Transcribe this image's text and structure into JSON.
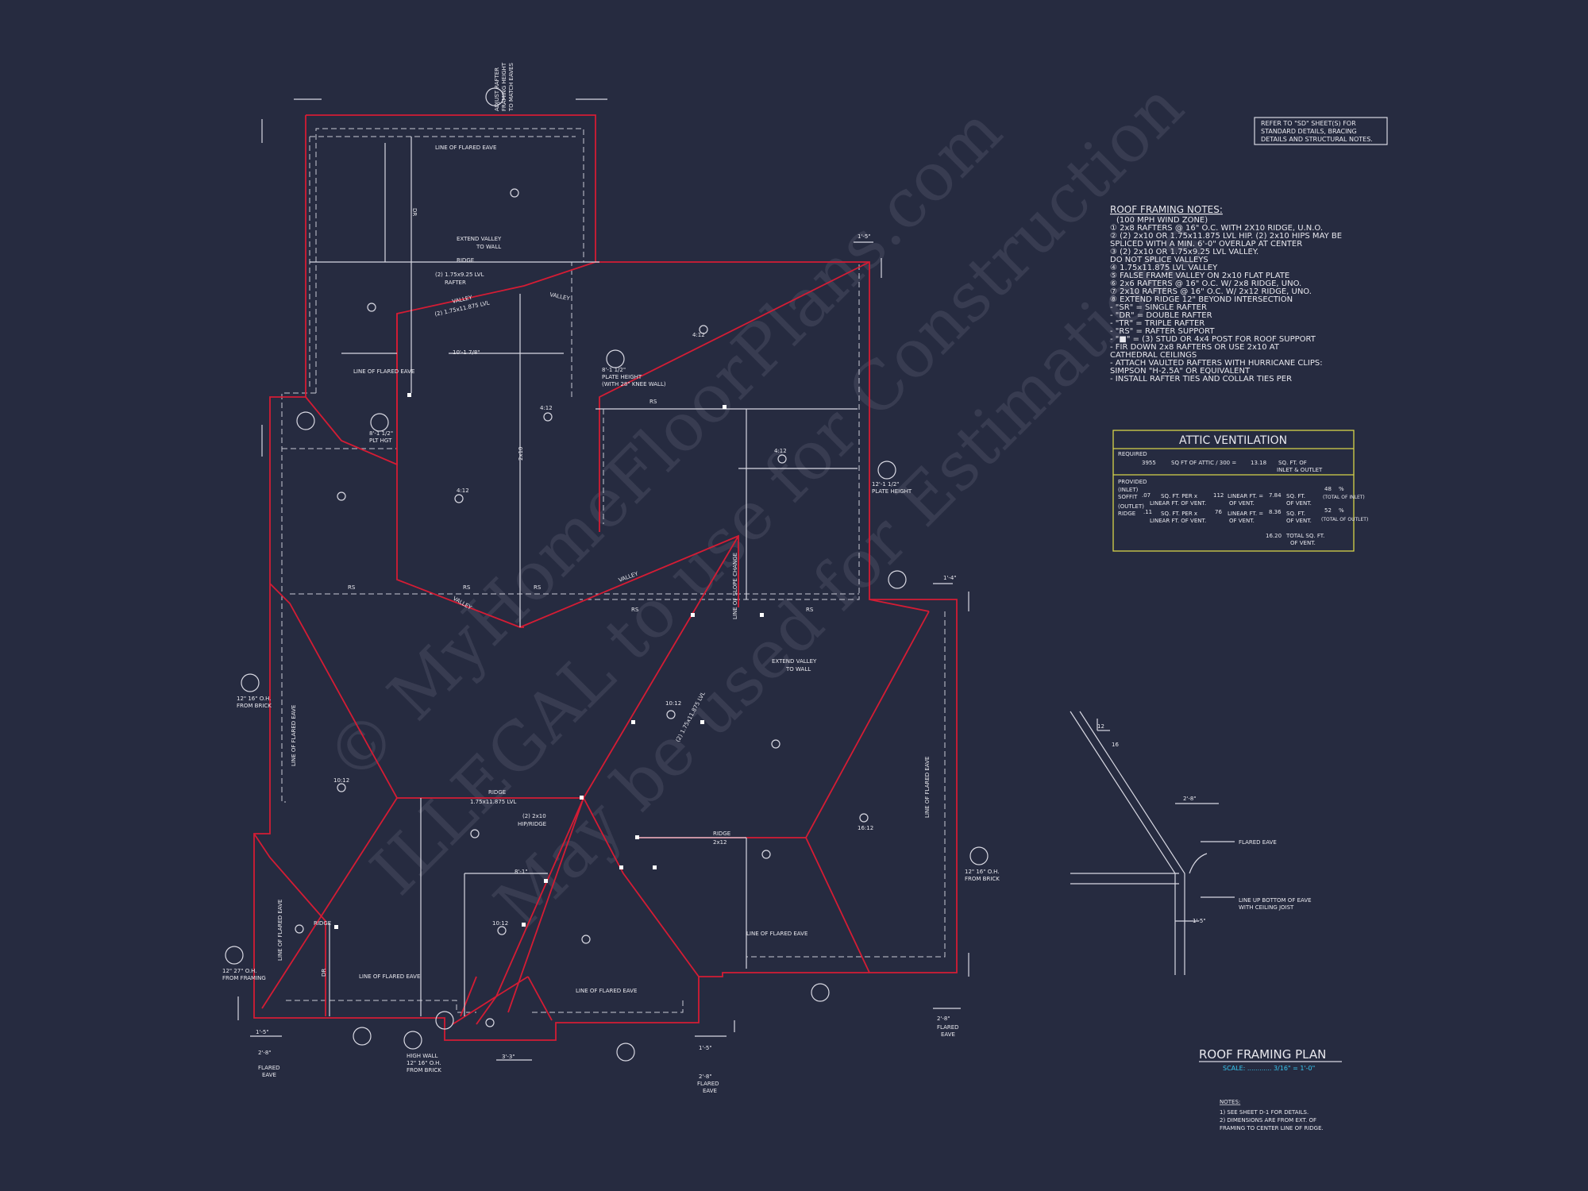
{
  "refer_note": [
    "REFER TO \"SD\" SHEET(S) FOR",
    "STANDARD DETAILS, BRACING",
    "DETAILS AND STRUCTURAL NOTES."
  ],
  "roof_notes": {
    "title": "ROOF FRAMING NOTES:",
    "lines": [
      "(100 MPH WIND ZONE)",
      "① 2x8 RAFTERS @ 16\" O.C. WITH 2X10 RIDGE, U.N.O.",
      "② (2) 2x10 OR 1.75x11.875 LVL HIP. (2) 2x10 HIPS MAY BE",
      "   SPLICED WITH A MIN. 6'-0\" OVERLAP AT CENTER",
      "③ (2) 2x10 OR 1.75x9.25 LVL VALLEY.",
      "   DO NOT SPLICE VALLEYS",
      "④ 1.75x11.875 LVL VALLEY",
      "⑤ FALSE FRAME VALLEY ON 2x10 FLAT PLATE",
      "⑥ 2x6 RAFTERS @ 16\" O.C. W/ 2x8 RIDGE, UNO.",
      "⑦ 2x10 RAFTERS @ 16\" O.C. W/ 2x12 RIDGE, UNO.",
      "⑧ EXTEND RIDGE 12\" BEYOND INTERSECTION",
      "- \"SR\" = SINGLE RAFTER",
      "- \"DR\" = DOUBLE RAFTER",
      "- \"TR\" = TRIPLE RAFTER",
      "- \"RS\" = RAFTER SUPPORT",
      "- \"■\" = (3) STUD OR 4x4 POST FOR ROOF SUPPORT",
      "- FIR DOWN 2x8 RAFTERS OR USE 2x10 AT",
      "   CATHEDRAL CEILINGS",
      "- ATTACH VAULTED RAFTERS WITH HURRICANE CLIPS:",
      "   SIMPSON \"H-2.5A\" OR EQUIVALENT",
      "- INSTALL RAFTER TIES AND COLLAR TIES PER"
    ]
  },
  "attic": {
    "title": "ATTIC VENTILATION",
    "required_label": "REQUIRED",
    "required_value": "3955",
    "required_text": "SQ FT OF ATTIC / 300 =",
    "required_result": "13.18",
    "required_unit_1": "SQ. FT. OF",
    "required_unit_2": "INLET & OUTLET",
    "provided_label": "PROVIDED",
    "inlet_label": "(INLET)",
    "soffit_label": "SOFFIT",
    "soffit_value": ".07",
    "per_text": "SQ. FT. PER x",
    "per_text_2": "LINEAR FT. OF VENT.",
    "soffit_ft": "112",
    "lin_text": "LINEAR FT. =",
    "lin_text_2": "OF VENT.",
    "soffit_sqft": "7.84",
    "sqft_text": "SQ. FT.",
    "sqft_text_2": "OF VENT.",
    "total_inlet_val": "48",
    "total_inlet": "(TOTAL OF INLET)",
    "pct": "%",
    "outlet_label": "(OUTLET)",
    "ridge_label": "RIDGE",
    "ridge_value": ".11",
    "ridge_ft": "76",
    "ridge_sqft": "8.36",
    "total_outlet_val": "52",
    "total_outlet": "(TOTAL OF OUTLET)",
    "total_value": "16.20",
    "total_text": "TOTAL SQ. FT.",
    "total_text_2": "OF VENT."
  },
  "detail": {
    "pitch_run": "12",
    "pitch_rise": "16",
    "dim_top": "2'-8\"",
    "dim_bottom": "1'-5\"",
    "label_flared": "FLARED EAVE",
    "label_line_1": "LINE UP BOTTOM OF EAVE",
    "label_line_2": "WITH CEILING JOIST"
  },
  "plan_title": "ROOF FRAMING PLAN",
  "scale_text": "SCALE: ............ 3/16\" = 1'-0\"",
  "footer_notes": {
    "title": "NOTES:",
    "lines": [
      "1) SEE SHEET D-1 FOR DETAILS.",
      "2) DIMENSIONS ARE FROM EXT. OF",
      "   FRAMING TO CENTER LINE OF RIDGE."
    ]
  },
  "plan_labels": {
    "extend_valley": [
      "EXTEND VALLEY",
      "TO WALL"
    ],
    "ridge": "RIDGE",
    "valley": "VALLEY",
    "hip": "HIP",
    "rs": "RS",
    "dr": "DR",
    "line_flared": "LINE OF FLARED EAVE",
    "lvl_rafter": [
      "(2) 1.75x9.25 LVL",
      "RAFTER"
    ],
    "lvl_valley": "(2) 1.75x11.875 LVL",
    "ridge_lvl": "1.75x11.875 LVL",
    "hip_ridge": [
      "(2) 2x10",
      "HIP/RIDGE"
    ],
    "ridge_2x10": "2x10",
    "ridge_2x12": "2x12",
    "slope_change": "LINE OF SLOPE CHANGE",
    "plate_h1": [
      "8'-1 1/2\"",
      "PLATE HEIGHT",
      "(WITH 28\" KNEE WALL)"
    ],
    "plate_h2": [
      "12'-1 1/2\"",
      "PLATE HEIGHT"
    ],
    "plt_hgt": [
      "8'-1 1/2\"",
      "PLT HGT"
    ],
    "pitch_40": "4:12",
    "pitch_100": "10:12",
    "pitch_160": "16:12",
    "dim_10_1": "10'-1 7/8\"",
    "dim_8_1": "8'-1\"",
    "dim_3_3": "3'-3\"",
    "dim_1_5": "1'-5\"",
    "dim_2_8": "2'-8\"",
    "dim_1_4": "1'-4\"",
    "flared_eave": [
      "FLARED",
      "EAVE"
    ],
    "oh_brick": [
      "12\" 16\" O.H.",
      "FROM BRICK"
    ],
    "oh_framing": [
      "12\" 27\" O.H.",
      "FROM FRAMING"
    ],
    "high_wall": [
      "HIGH WALL",
      "12\" 16\" O.H.",
      "FROM BRICK"
    ],
    "adjust_rafter": [
      "ADJUST RAFTER",
      "FRAMING HEIGHT",
      "TO MATCH EAVES"
    ]
  },
  "watermark": [
    "© MyHomeFloorPlans.com",
    "ILLEGAL to use for Construction",
    "May be used for Estimations"
  ]
}
